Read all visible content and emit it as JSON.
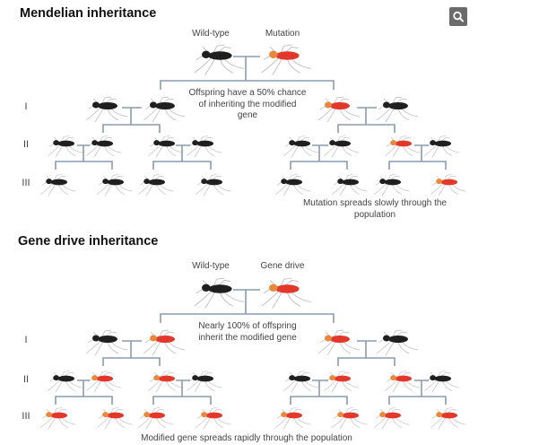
{
  "colors": {
    "wild": "#1f1f1f",
    "modified": "#e2382b",
    "modified_head": "#e9873a",
    "line": "#8a9bb0",
    "search_bg": "#6b6b6b"
  },
  "search": {
    "icon": "search-icon"
  },
  "mendelian": {
    "title": "Mendelian inheritance",
    "parent_labels": [
      "Wild-type",
      "Mutation"
    ],
    "note": [
      "Offspring have a 50% chance",
      "of inheriting the modified",
      "gene"
    ],
    "caption": [
      "Mutation spreads slowly through the",
      "population"
    ],
    "generations": [
      "I",
      "II",
      "III"
    ],
    "genotypes": {
      "parents": [
        "wild",
        "modified"
      ],
      "I": [
        "wild",
        "wild",
        "modified",
        "wild"
      ],
      "II": [
        "wild",
        "wild",
        "wild",
        "wild",
        "wild",
        "wild",
        "modified",
        "wild"
      ],
      "III": [
        "wild",
        "wild",
        "wild",
        "wild",
        "wild",
        "wild",
        "wild",
        "modified"
      ]
    }
  },
  "gene_drive": {
    "title": "Gene drive inheritance",
    "parent_labels": [
      "Wild-type",
      "Gene drive"
    ],
    "note": [
      "Nearly 100% of offspring",
      "inherit the modified gene"
    ],
    "caption": [
      "Modified gene spreads rapidly through the population"
    ],
    "generations": [
      "I",
      "II",
      "III"
    ],
    "genotypes": {
      "parents": [
        "wild",
        "modified"
      ],
      "I": [
        "wild",
        "modified",
        "modified",
        "wild"
      ],
      "II": [
        "wild",
        "modified",
        "modified",
        "wild",
        "wild",
        "modified",
        "modified",
        "wild"
      ],
      "III": [
        "modified",
        "modified",
        "modified",
        "modified",
        "modified",
        "modified",
        "modified",
        "modified"
      ]
    }
  }
}
